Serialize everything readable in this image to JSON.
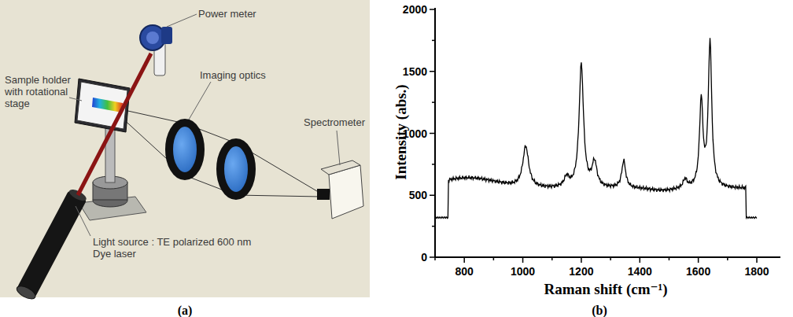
{
  "diagram": {
    "labels": [
      "Power meter",
      "Sample holder with rotational stage",
      "Imaging optics",
      "Spectrometer",
      "Light source : TE polarized 600 nm Dye laser",
      "(a)",
      "2000",
      "1500",
      "1000",
      "500",
      "0",
      "800",
      "1000",
      "1200",
      "1400",
      "1600",
      "1800",
      "Intensity (abs.)",
      "Raman shift (cm⁻¹)",
      "(b)"
    ]
  }
}
